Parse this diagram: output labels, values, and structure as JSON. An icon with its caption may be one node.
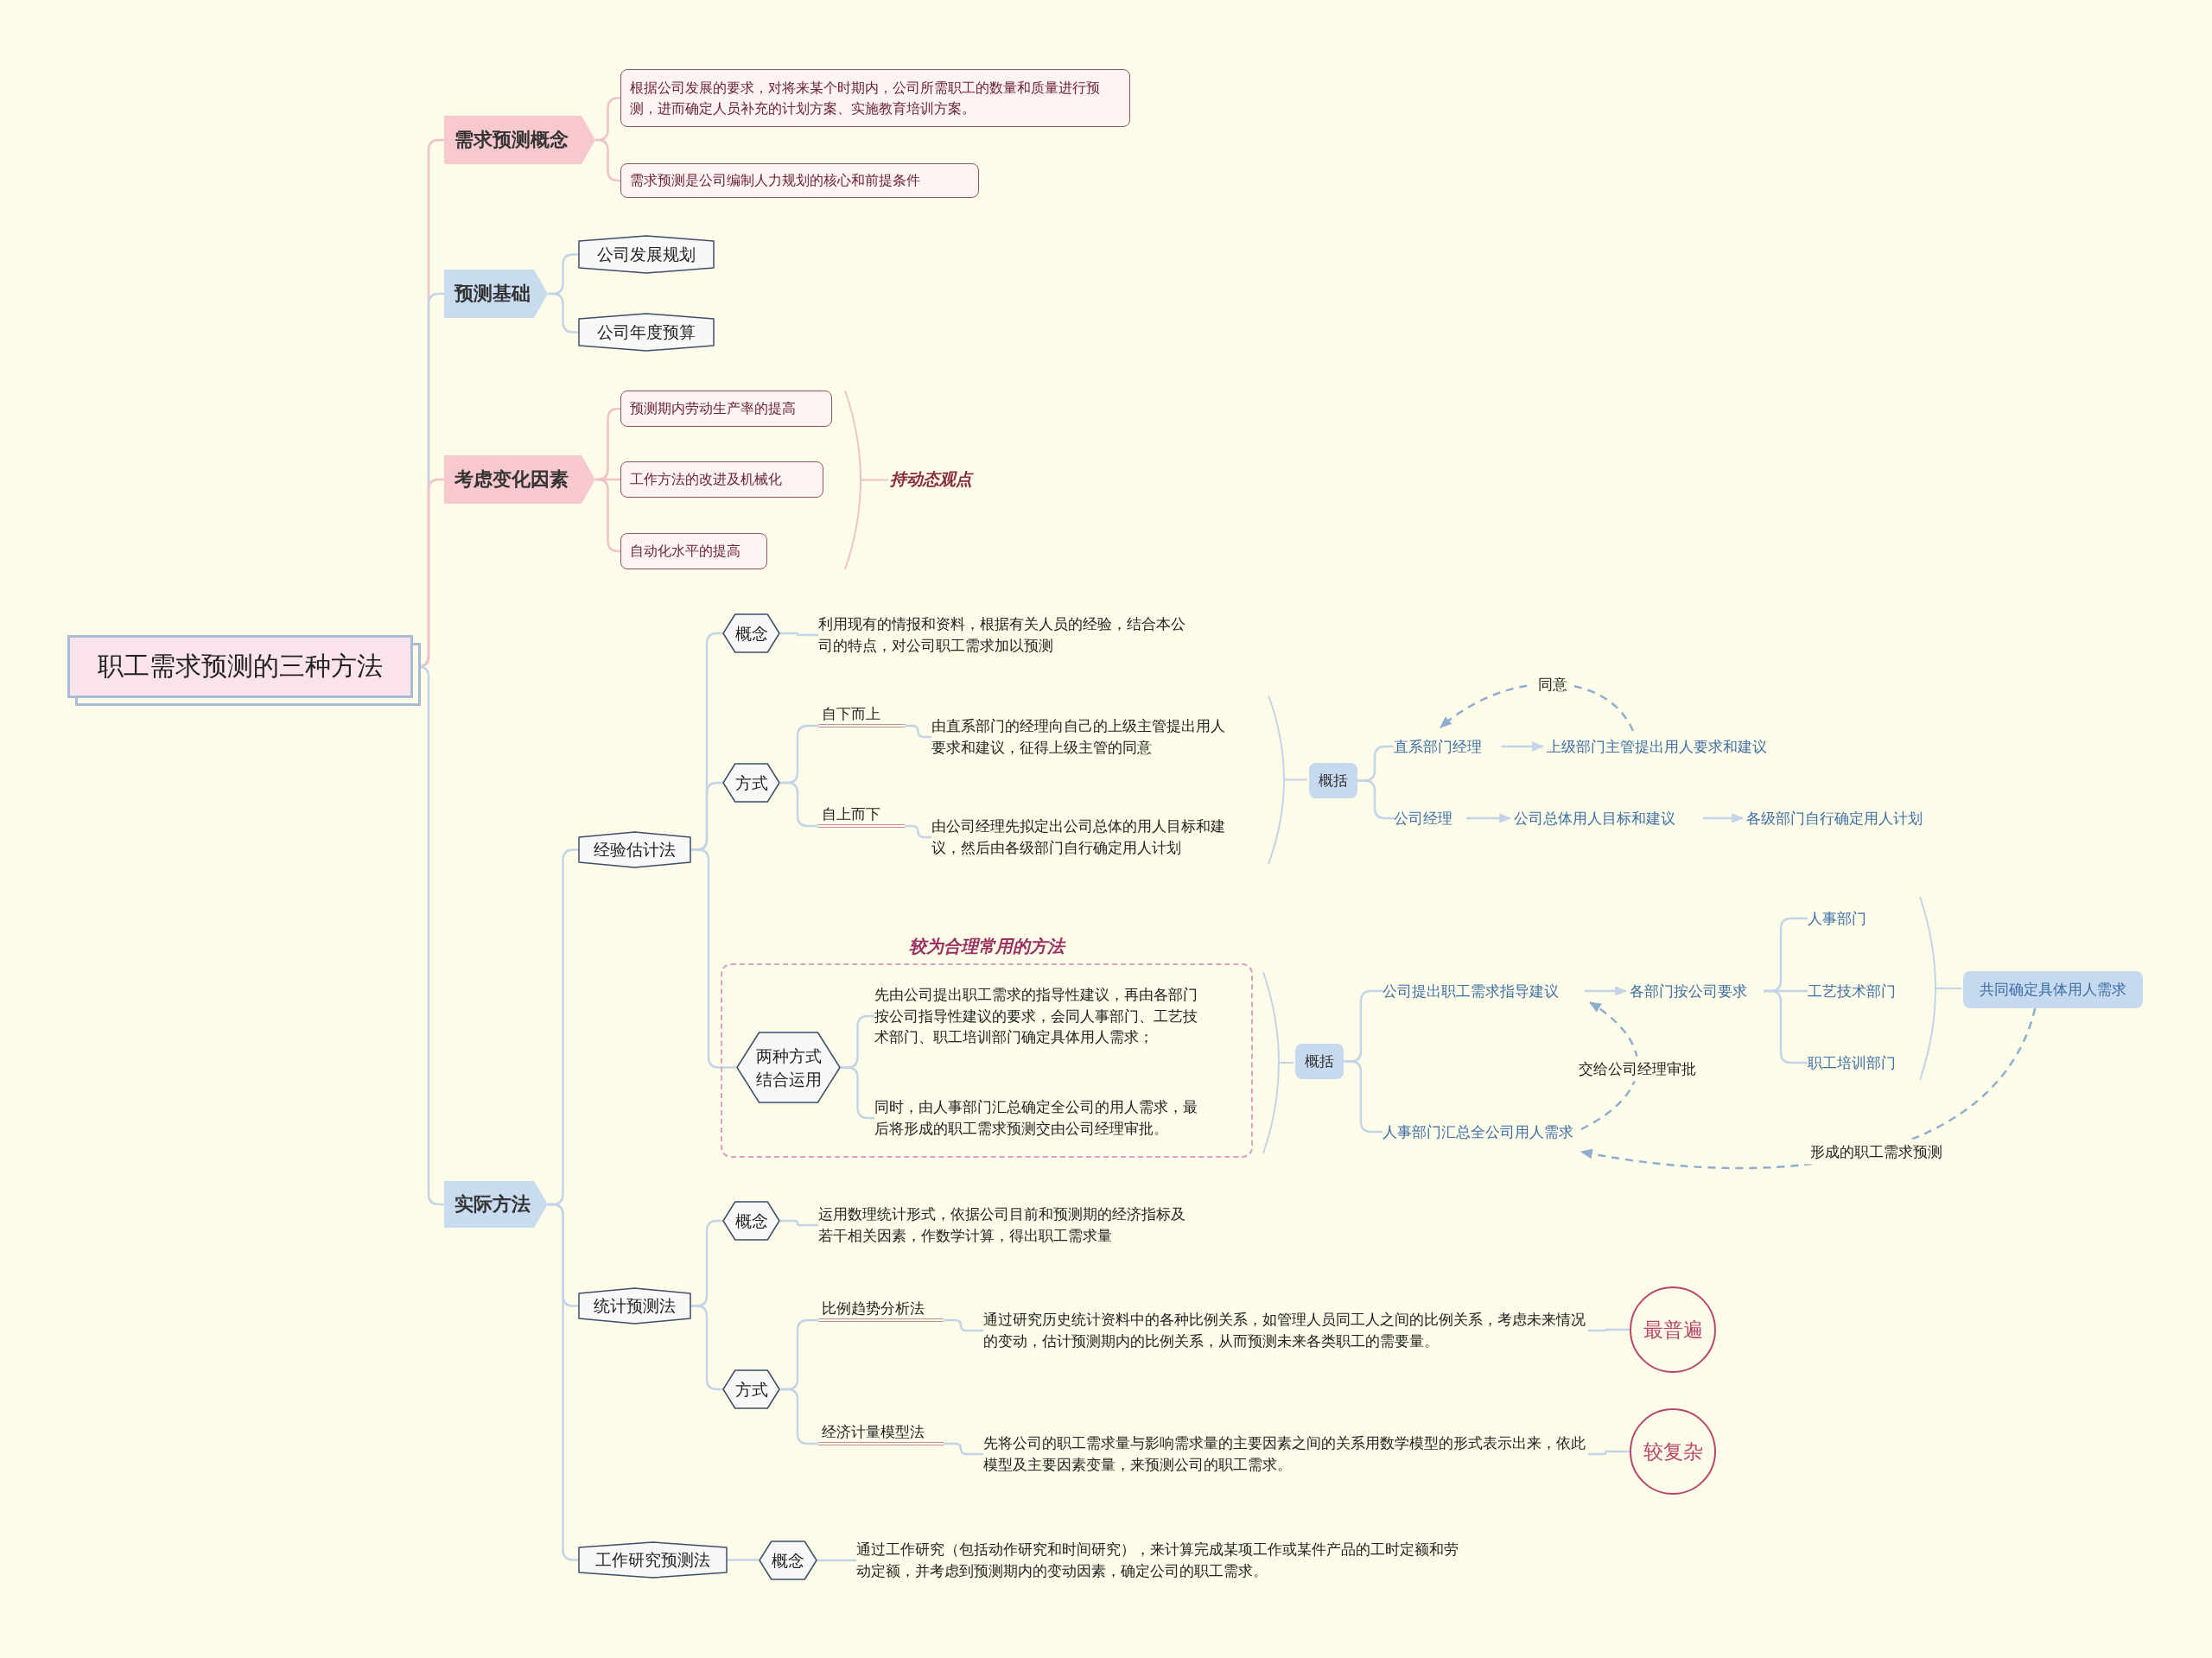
{
  "diagram": {
    "nodes": [
      {
        "text": [
          "职工需求预测的三种方法"
        ]
      },
      {
        "text": [
          "需求预测概念"
        ]
      },
      {
        "text": [
          "根据公司发展的要求，对将来某个时期内，公司所需职工的数量和质量进行预测，进而确定人员补充的计划方案、实施教育培训方案。"
        ]
      },
      {
        "text": [
          "需求预测是公司编制人力规划的核心和前提条件"
        ]
      },
      {
        "text": [
          "预测基础"
        ]
      },
      {
        "text": [
          "公司发展规划"
        ]
      },
      {
        "text": [
          "公司年度预算"
        ]
      },
      {
        "text": [
          "考虑变化因素"
        ]
      },
      {
        "text": [
          "预测期内劳动生产率的提高"
        ]
      },
      {
        "text": [
          "工作方法的改进及机械化"
        ]
      },
      {
        "text": [
          "自动化水平的提高"
        ]
      },
      {
        "text": [
          "持动态观点"
        ]
      },
      {
        "text": [
          "实际方法"
        ]
      },
      {
        "text": [
          "经验估计法"
        ]
      },
      {
        "text": [
          "概念"
        ]
      },
      {
        "text": [
          "利用现有的情报和资料，根据有关人员的经验，结合本公司的特点，对公司职工需求加以预测"
        ]
      },
      {
        "text": [
          "方式"
        ]
      },
      {
        "text": [
          "自下而上"
        ]
      },
      {
        "text": [
          "由直系部门的经理向自己的上级主管提出用人要求和建议，征得上级主管的同意"
        ]
      },
      {
        "text": [
          "自上而下"
        ]
      },
      {
        "text": [
          "由公司经理先拟定出公司总体的用人目标和建议，然后由各级部门自行确定用人计划"
        ]
      },
      {
        "text": [
          "概括"
        ]
      },
      {
        "text": [
          "直系部门经理"
        ]
      },
      {
        "text": [
          "上级部门主管提出用人要求和建议"
        ]
      },
      {
        "text": [
          "公司经理"
        ]
      },
      {
        "text": [
          "公司总体用人目标和建议"
        ]
      },
      {
        "text": [
          "各级部门自行确定用人计划"
        ]
      },
      {
        "text": [
          "较为合理常用的方法"
        ]
      },
      {
        "text": [
          "两种方式结合运用"
        ],
        "in": 27
      },
      {
        "text": [
          "先由公司提出职工需求的指导性建议，再由各部门按公司指导性建议的要求，会同人事部门、工艺技术部门、职工培训部门确定具体用人需求；"
        ],
        "in": 27
      },
      {
        "text": [
          "同时，由人事部门汇总确定全公司的用人需求，最后将形成的职工需求预测交由公司经理审批。"
        ],
        "in": 27
      },
      {
        "text": [
          "概括"
        ]
      },
      {
        "text": [
          "公司提出职工需求指导建议"
        ]
      },
      {
        "text": [
          "各部门按公司要求"
        ]
      },
      {
        "text": [
          "人事部门"
        ]
      },
      {
        "text": [
          "工艺技术部门"
        ]
      },
      {
        "text": [
          "职工培训部门"
        ]
      },
      {
        "text": [
          "共同确定具体用人需求"
        ]
      },
      {
        "text": [
          "人事部门汇总全公司用人需求"
        ]
      },
      {
        "text": [
          "统计预测法"
        ]
      },
      {
        "text": [
          "概念"
        ]
      },
      {
        "text": [
          "运用数理统计形式，依据公司目前和预测期的经济指标及若干相关因素，作数学计算，得出职工需求量"
        ]
      },
      {
        "text": [
          "方式"
        ]
      },
      {
        "text": [
          "比例趋势分析法"
        ]
      },
      {
        "text": [
          "通过研究历史统计资料中的各种比例关系，如管理人员同工人之间的比例关系，考虑未来情况的变动，估计预测期内的比例关系，从而预测未来各类职工的需要量。"
        ]
      },
      {
        "text": [
          "最普遍"
        ]
      },
      {
        "text": [
          "经济计量模型法"
        ]
      },
      {
        "text": [
          "先将公司的职工需求量与影响需求量的主要因素之间的关系用数学模型的形式表示出来，依此模型及主要因素变量，来预测公司的职工需求。"
        ]
      },
      {
        "text": [
          "较复杂"
        ]
      },
      {
        "text": [
          "工作研究预测法"
        ]
      },
      {
        "text": [
          "概念"
        ]
      },
      {
        "text": [
          "通过工作研究（包括动作研究和时间研究），来计算完成某项工作或某件产品的工时定额和劳动定额，并考虑到预测期内的变动因素，确定公司的职工需求。"
        ]
      }
    ],
    "edges": [
      {
        "from": 0,
        "to": 1,
        "arrow": "none",
        "color": "#f0c2c8"
      },
      {
        "from": 0,
        "to": 4,
        "arrow": "none"
      },
      {
        "from": 0,
        "to": 7,
        "arrow": "none",
        "color": "#f0c2c8"
      },
      {
        "from": 0,
        "to": 12,
        "arrow": "none"
      },
      {
        "from": 1,
        "to": 2,
        "arrow": "none",
        "color": "#f0c2c8"
      },
      {
        "from": 1,
        "to": 3,
        "arrow": "none",
        "color": "#f0c2c8"
      },
      {
        "from": 4,
        "to": 5,
        "arrow": "none"
      },
      {
        "from": 4,
        "to": 6,
        "arrow": "none"
      },
      {
        "from": 7,
        "to": 8,
        "arrow": "none",
        "color": "#f0c2c8"
      },
      {
        "from": 7,
        "to": 9,
        "arrow": "none",
        "color": "#f0c2c8"
      },
      {
        "from": 7,
        "to": 10,
        "arrow": "none",
        "color": "#f0c2c8"
      },
      {
        "from": 12,
        "to": 13,
        "arrow": "none"
      },
      {
        "from": 12,
        "to": 39,
        "arrow": "none"
      },
      {
        "from": 12,
        "to": 49,
        "arrow": "none"
      },
      {
        "from": 13,
        "to": 14,
        "arrow": "none"
      },
      {
        "from": 13,
        "to": 16,
        "arrow": "none"
      },
      {
        "from": 13,
        "to": 28,
        "arrow": "none"
      },
      {
        "from": 14,
        "to": 15,
        "arrow": "none"
      },
      {
        "from": 16,
        "to": 17,
        "arrow": "none"
      },
      {
        "from": 16,
        "to": 19,
        "arrow": "none"
      },
      {
        "from": 17,
        "to": 18,
        "arrow": "none"
      },
      {
        "from": 19,
        "to": 20,
        "arrow": "none"
      },
      {
        "from": 21,
        "to": 22,
        "arrow": "none"
      },
      {
        "from": 21,
        "to": 24,
        "arrow": "none"
      },
      {
        "from": 22,
        "to": 23,
        "arrow": "to"
      },
      {
        "from": 23,
        "to": 22,
        "arrow": "to",
        "label": "同意",
        "style": "dashed",
        "color": "#8fadd0"
      },
      {
        "from": 24,
        "to": 25,
        "arrow": "to"
      },
      {
        "from": 25,
        "to": 26,
        "arrow": "to"
      },
      {
        "from": 28,
        "to": 29,
        "arrow": "none"
      },
      {
        "from": 28,
        "to": 30,
        "arrow": "none"
      },
      {
        "from": 31,
        "to": 32,
        "arrow": "none"
      },
      {
        "from": 31,
        "to": 38,
        "arrow": "none"
      },
      {
        "from": 32,
        "to": 33,
        "arrow": "to"
      },
      {
        "from": 33,
        "to": 34,
        "arrow": "none"
      },
      {
        "from": 33,
        "to": 35,
        "arrow": "none"
      },
      {
        "from": 33,
        "to": 36,
        "arrow": "none"
      },
      {
        "from": 38,
        "to": 32,
        "arrow": "to",
        "label": "交给公司经理审批",
        "style": "dashed",
        "color": "#8fadd0"
      },
      {
        "from": 37,
        "to": 38,
        "arrow": "to",
        "label": "形成的职工需求预测",
        "style": "dashed",
        "color": "#8fadd0"
      },
      {
        "from": 39,
        "to": 40,
        "arrow": "none"
      },
      {
        "from": 39,
        "to": 42,
        "arrow": "none"
      },
      {
        "from": 40,
        "to": 41,
        "arrow": "none"
      },
      {
        "from": 42,
        "to": 43,
        "arrow": "none"
      },
      {
        "from": 42,
        "to": 46,
        "arrow": "none"
      },
      {
        "from": 43,
        "to": 44,
        "arrow": "none"
      },
      {
        "from": 46,
        "to": 47,
        "arrow": "none"
      },
      {
        "from": 44,
        "to": 45,
        "arrow": "none"
      },
      {
        "from": 47,
        "to": 48,
        "arrow": "none"
      },
      {
        "from": 49,
        "to": 50,
        "arrow": "none"
      },
      {
        "from": 50,
        "to": 51,
        "arrow": "none"
      }
    ]
  }
}
